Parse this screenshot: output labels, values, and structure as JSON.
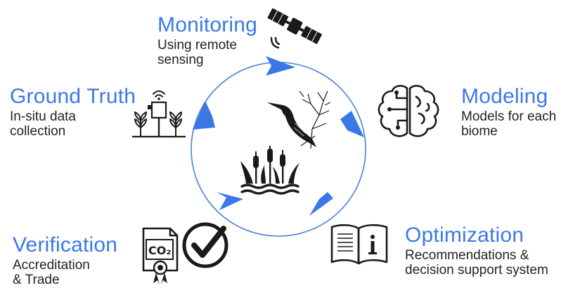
{
  "colors": {
    "accent": "#3b78e7",
    "ring": "#4a7fd6",
    "text": "#222222",
    "icon": "#1a1a1a"
  },
  "stages": {
    "monitoring": {
      "title": "Monitoring",
      "desc_line1": "Using remote",
      "desc_line2": "sensing",
      "icon": "satellite-icon"
    },
    "modeling": {
      "title": "Modeling",
      "desc_line1": "Models for each",
      "desc_line2": "biome",
      "icon": "brain-circuit-icon"
    },
    "optimization": {
      "title": "Optimization",
      "desc_line1": "Recommendations &",
      "desc_line2": "decision support system",
      "icon": "book-info-icon"
    },
    "verification": {
      "title": "Verification",
      "desc_line1": "Accreditation",
      "desc_line2": "& Trade",
      "icon": "co2-certificate-icon"
    },
    "ground_truth": {
      "title": "Ground Truth",
      "desc_line1": "In-situ data",
      "desc_line2": "collection",
      "icon": "field-sensor-icon"
    }
  },
  "center": {
    "bird_icon": "bird-on-branch-icon",
    "wetland_icon": "cattail-wetland-icon"
  }
}
